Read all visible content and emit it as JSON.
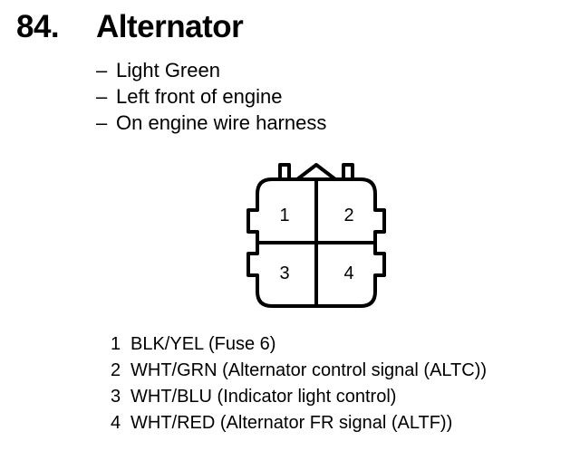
{
  "header": {
    "number": "84.",
    "title": "Alternator"
  },
  "details": [
    "Light Green",
    "Left front of engine",
    "On engine wire harness"
  ],
  "details_dash": "–",
  "connector": {
    "terminals": [
      {
        "label": "1"
      },
      {
        "label": "2"
      },
      {
        "label": "3"
      },
      {
        "label": "4"
      }
    ]
  },
  "pins": [
    {
      "no": "1",
      "desc": "BLK/YEL (Fuse 6)"
    },
    {
      "no": "2",
      "desc": "WHT/GRN (Alternator control signal (ALTC))"
    },
    {
      "no": "3",
      "desc": "WHT/BLU (Indicator light control)"
    },
    {
      "no": "4",
      "desc": "WHT/RED (Alternator FR signal (ALTF))"
    }
  ]
}
